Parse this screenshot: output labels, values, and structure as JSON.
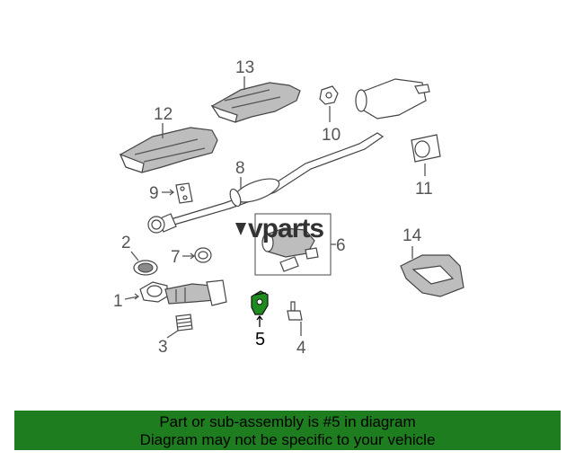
{
  "diagram": {
    "callouts": {
      "c1": "1",
      "c2": "2",
      "c3": "3",
      "c4": "4",
      "c5": "5",
      "c6": "6",
      "c7": "7",
      "c8": "8",
      "c9": "9",
      "c10": "10",
      "c11": "11",
      "c12": "12",
      "c13": "13",
      "c14": "14"
    },
    "highlighted_part": "5",
    "highlight_color": "#1f8c1f",
    "watermark": "vparts"
  },
  "banner": {
    "line1": "Part or sub-assembly is #5 in diagram",
    "line2": "Diagram may not be specific to your vehicle",
    "background": "#1e7d1e"
  }
}
